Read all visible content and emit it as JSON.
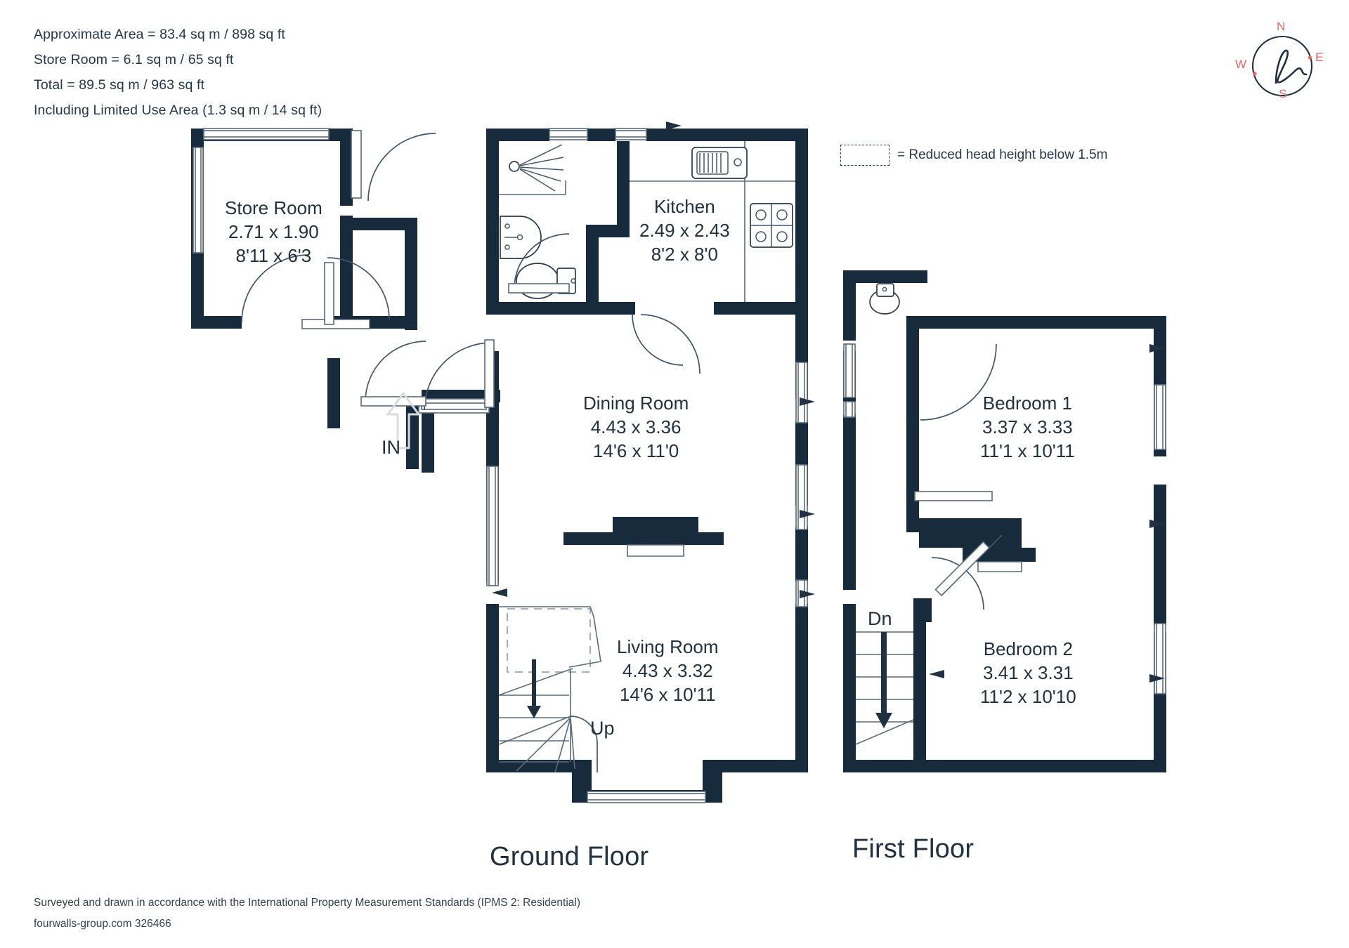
{
  "header": {
    "notes": [
      "Approximate Area = 83.4 sq m / 898 sq ft",
      "Store Room = 6.1 sq m / 65 sq ft",
      "Total = 89.5 sq m / 963 sq ft",
      "Including Limited Use Area (1.3 sq m / 14 sq ft)"
    ]
  },
  "compass": {
    "north": "N",
    "east": "E",
    "south": "S",
    "west": "W",
    "logo": "h",
    "color": "#e06a62"
  },
  "legend": {
    "icon": "dashed-rectangle-icon",
    "text": "= Reduced head height below 1.5m"
  },
  "floors": [
    {
      "id": "ground",
      "title": "Ground Floor",
      "rooms": [
        {
          "name": "Store Room",
          "metric": "2.71 x 1.90",
          "imperial": "8'11 x 6'3"
        },
        {
          "name": "Kitchen",
          "metric": "2.49 x 2.43",
          "imperial": "8'2 x 8'0"
        },
        {
          "name": "Dining Room",
          "metric": "4.43 x 3.36",
          "imperial": "14'6 x 11'0"
        },
        {
          "name": "Living Room",
          "metric": "4.43 x 3.32",
          "imperial": "14'6 x 10'11"
        }
      ],
      "tags": [
        {
          "name": "entrance-marker",
          "text": "IN"
        },
        {
          "name": "stairs-up-marker",
          "text": "Up"
        }
      ]
    },
    {
      "id": "first",
      "title": "First Floor",
      "rooms": [
        {
          "name": "Bedroom 1",
          "metric": "3.37 x 3.33",
          "imperial": "11'1 x 10'11"
        },
        {
          "name": "Bedroom 2",
          "metric": "3.41 x 3.31",
          "imperial": "11'2 x 10'10"
        }
      ],
      "tags": [
        {
          "name": "stairs-down-marker",
          "text": "Dn"
        }
      ]
    }
  ],
  "footer": {
    "standards": "Surveyed and drawn in accordance with the International Property Measurement Standards (IPMS 2: Residential)",
    "reference": "fourwalls-group.com 326466"
  },
  "colors": {
    "wall": "#182b3c",
    "ink": "#22313f",
    "accent": "#e06a62",
    "thin": "#5a6b7a"
  }
}
